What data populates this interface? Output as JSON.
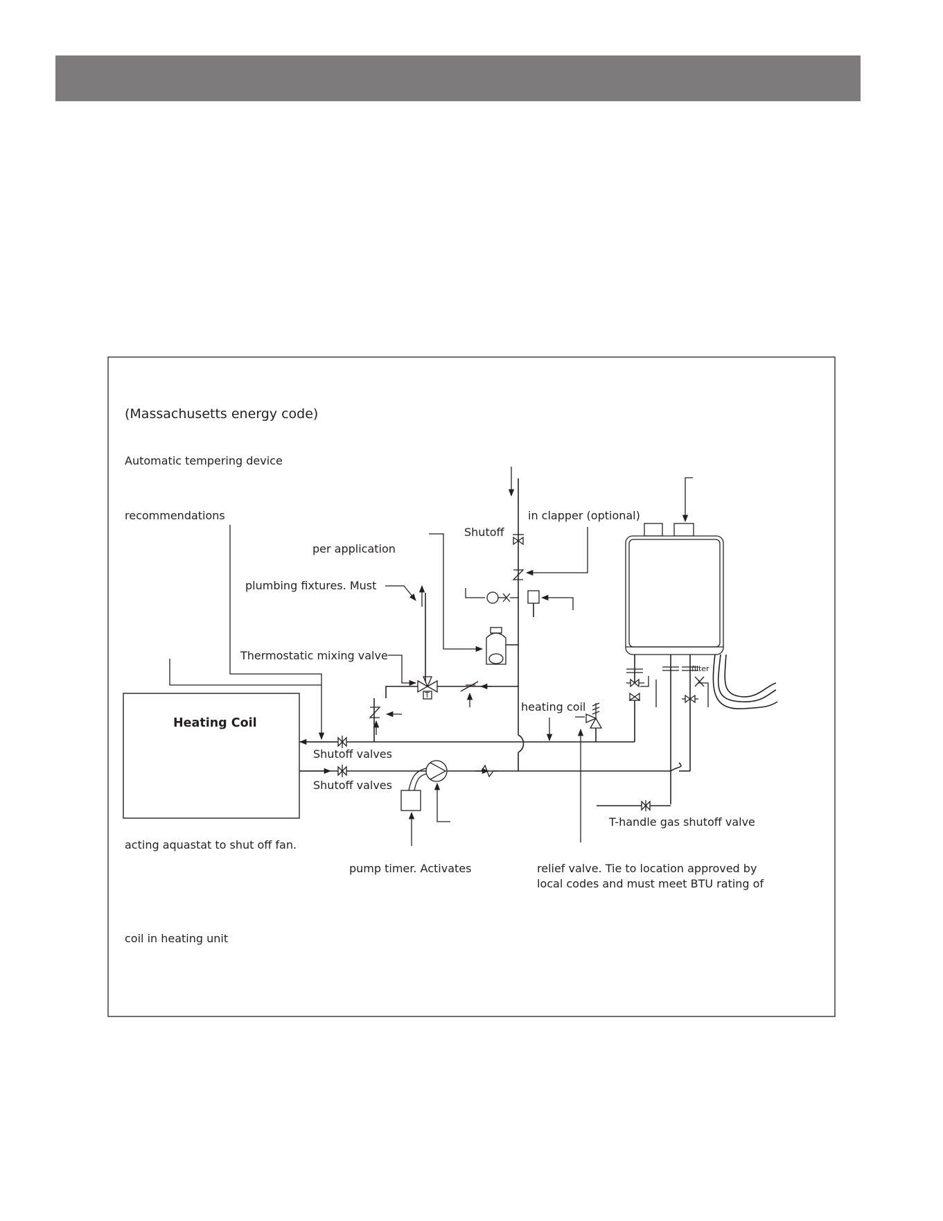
{
  "labels": {
    "mass_energy_code": "(Massachusetts energy code)",
    "auto_tempering": "Automatic tempering device",
    "recommendations": "recommendations",
    "per_application": "per application",
    "plumbing_fixtures": "plumbing fixtures.  Must",
    "thermostatic_mixing_valve": "Thermostatic mixing valve",
    "shutoff": "Shutoff",
    "in_clapper": "in clapper (optional)",
    "heating_coil_box": "Heating Coil",
    "heating_coil_pipe": "heating coil",
    "shutoff_valves_1": "Shutoff valves",
    "shutoff_valves_2": "Shutoff valves",
    "filter": "filter",
    "t_handle": "T-handle gas shutoff valve",
    "acting_aquastat": "acting aquastat to shut off fan.",
    "pump_timer": "pump timer.  Activates",
    "relief_valve_1": "relief valve. Tie to location approved by",
    "relief_valve_2": "local codes and must meet BTU rating of",
    "coil_in_heating_unit": "coil in heating unit"
  }
}
